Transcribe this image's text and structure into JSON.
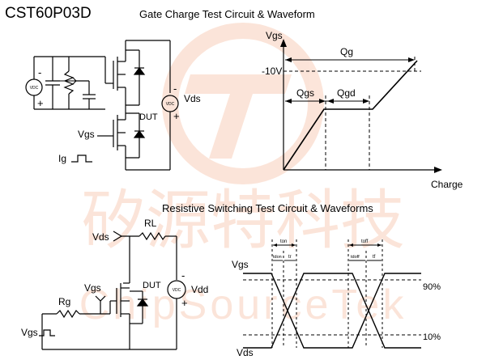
{
  "header": {
    "part_number": "CST60P03D"
  },
  "gate_charge": {
    "title": "Gate Charge Test Circuit & Waveform",
    "circuit": {
      "source_symbol": "VDC",
      "minus": "-",
      "plus": "+",
      "dut_label": "DUT",
      "vds_label": "Vds",
      "vgs_label": "Vgs",
      "ig_label": "Ig"
    },
    "waveform": {
      "y_label": "Vgs",
      "x_label": "Charge",
      "level_label": "-10V",
      "qg_label": "Qg",
      "qgs_label": "Qgs",
      "qgd_label": "Qgd"
    }
  },
  "switching": {
    "title": "Resistive Switching Test Circuit & Waveforms",
    "circuit": {
      "vds_label": "Vds",
      "rl_label": "RL",
      "vgs_label": "Vgs",
      "dut_label": "DUT",
      "rg_label": "Rg",
      "vdd_label": "Vdd",
      "vgs_pulse_label": "Vgs",
      "source_symbol": "VDC",
      "minus": "-",
      "plus": "+"
    },
    "waveform": {
      "vgs_label": "Vgs",
      "vds_label": "Vds",
      "pct90": "90%",
      "pct10": "10%",
      "ton": "ton",
      "toff": "toff",
      "tdon": "tdon",
      "tdoff": "tdoff",
      "tr": "tr",
      "tf": "tf"
    }
  },
  "watermark": {
    "cn": "矽源特科技",
    "en": "ChipSourceTek"
  }
}
